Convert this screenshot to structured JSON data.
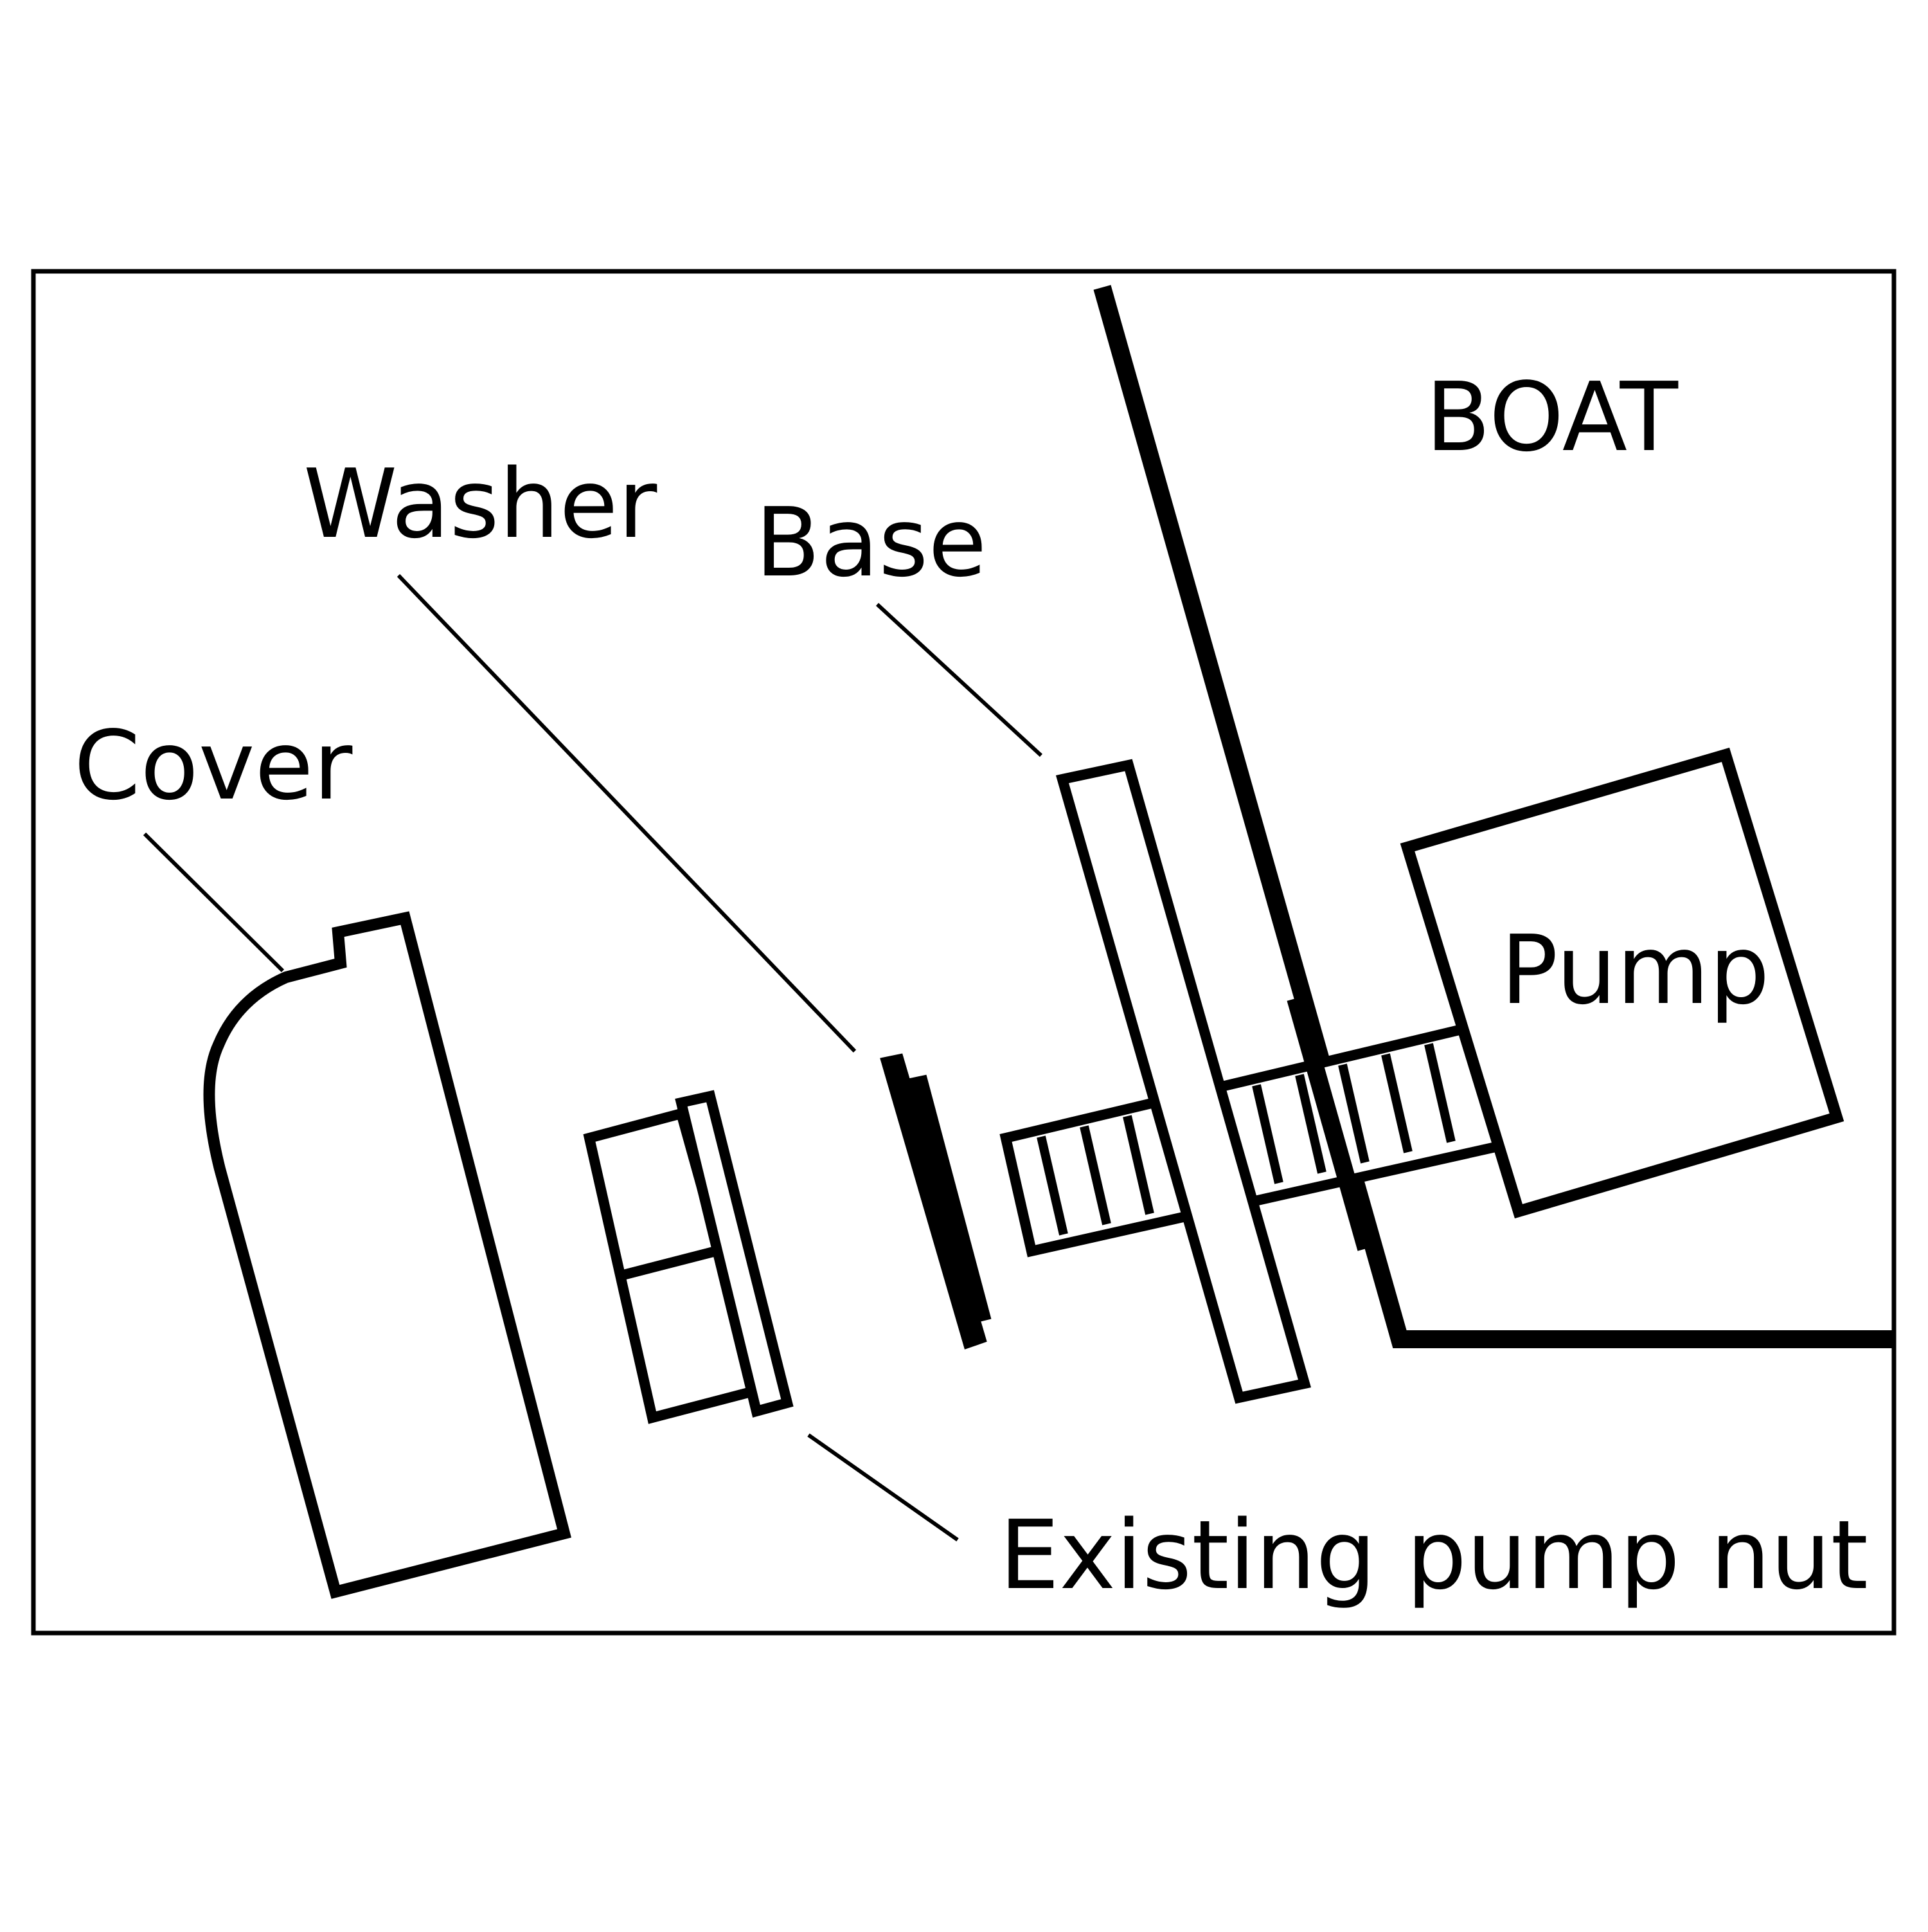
{
  "diagram": {
    "labels": {
      "boat": "BOAT",
      "washer": "Washer",
      "base": "Base",
      "cover": "Cover",
      "pump": "Pump",
      "existing_pump_nut": "Existing pump nut"
    },
    "colors": {
      "ink": "#000000",
      "background": "#ffffff"
    }
  }
}
